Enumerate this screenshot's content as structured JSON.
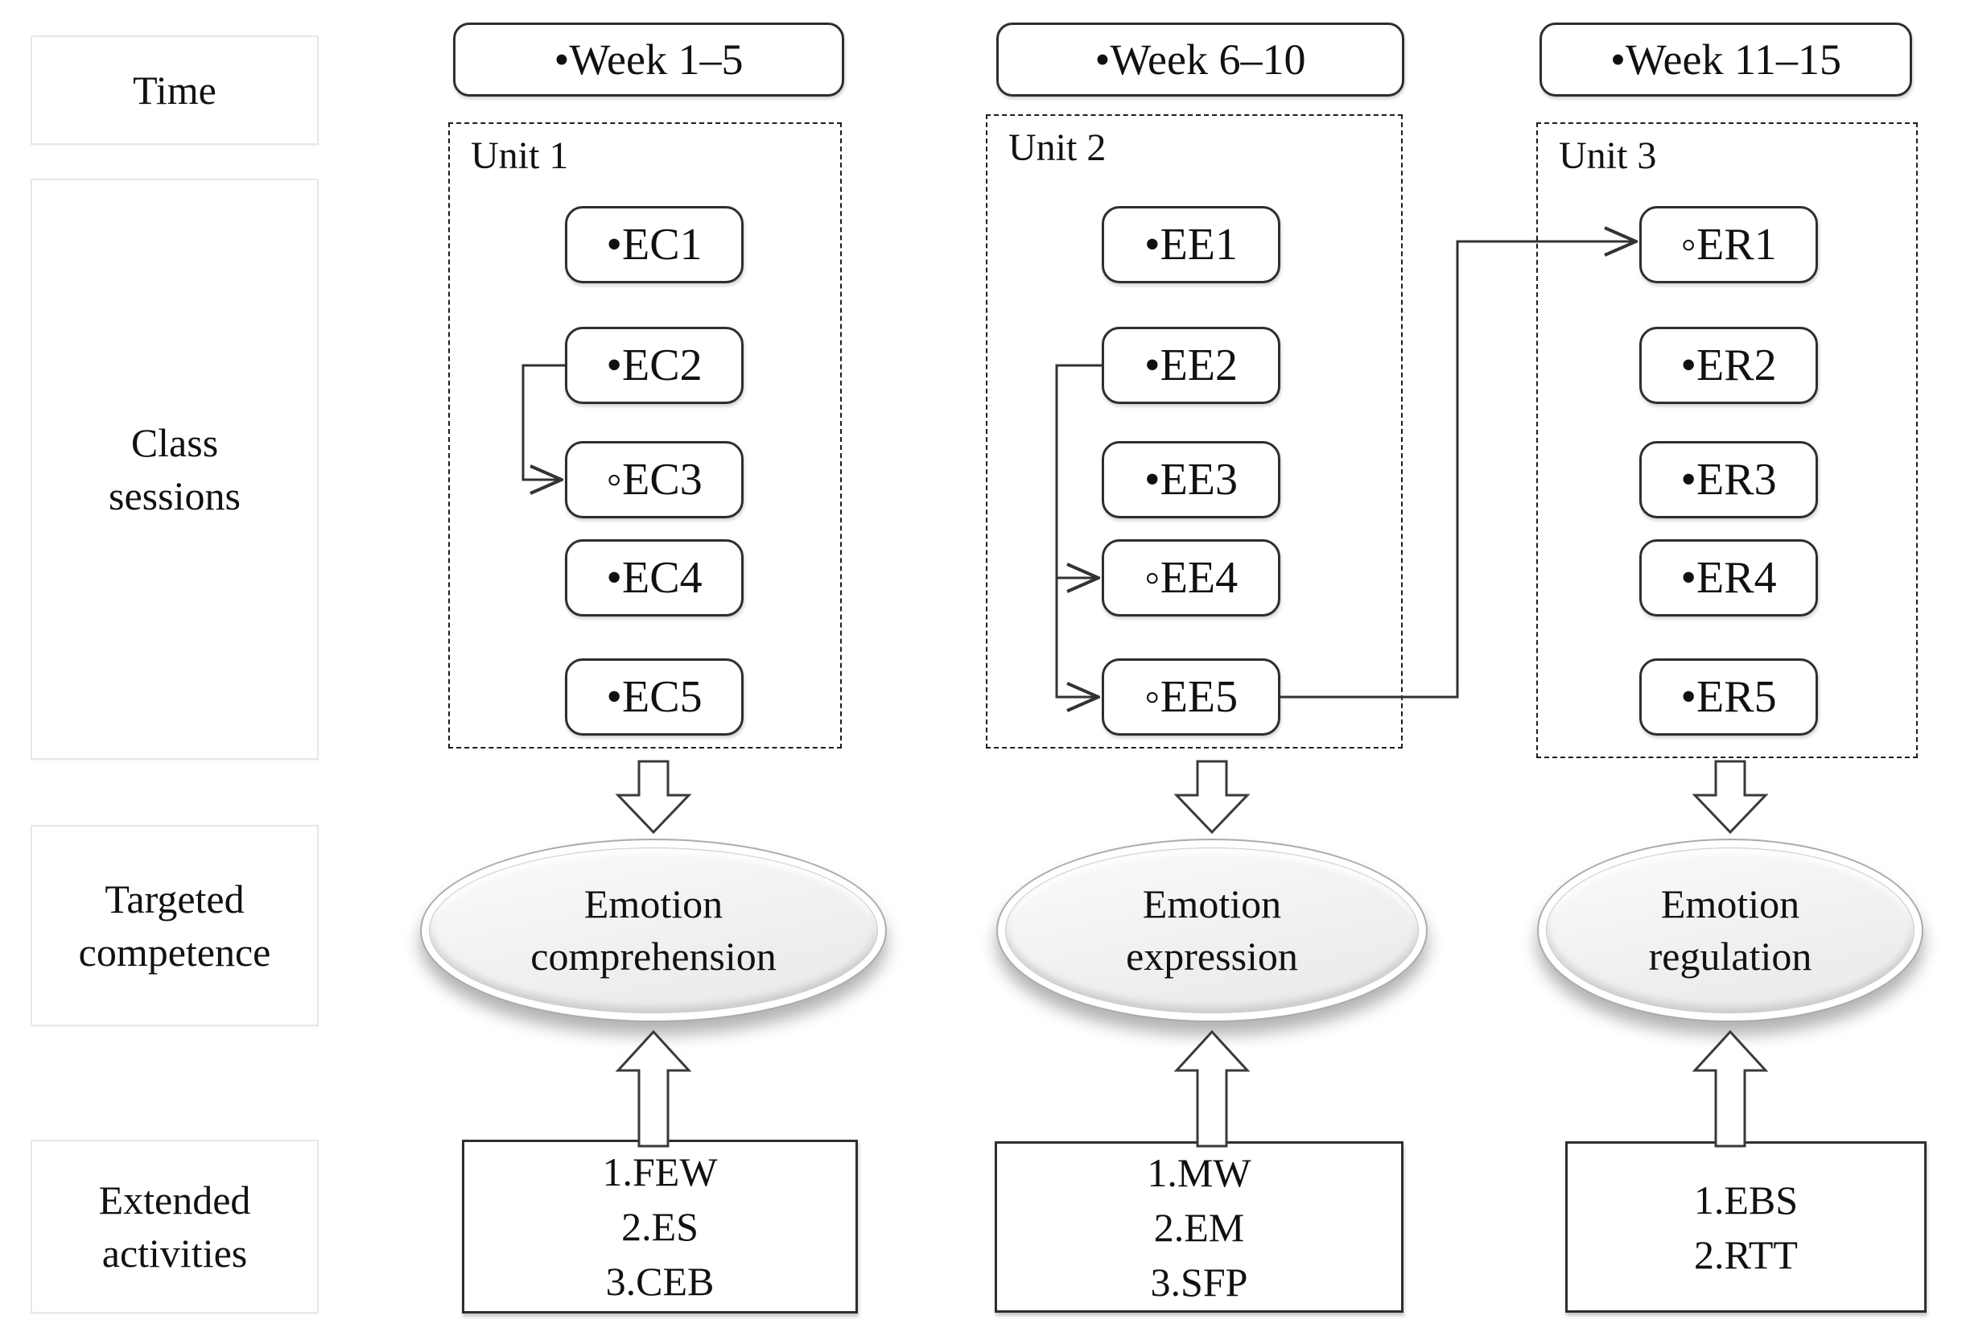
{
  "colors": {
    "text": "#111111",
    "box_border": "#2e2e2e",
    "dashed_border": "#1d1d1d",
    "connector_line": "#333333",
    "row_label_border": "#e7e7e7",
    "ellipse_fill": "#efefef",
    "background": "#ffffff"
  },
  "row_labels": {
    "time": "Time",
    "class_sessions": [
      "Class",
      "sessions"
    ],
    "targeted_competence": [
      "Targeted",
      "competence"
    ],
    "extended_activities": [
      "Extended",
      "activities"
    ]
  },
  "weeks": [
    "•Week 1–5",
    "•Week 6–10",
    "•Week 11–15"
  ],
  "units": [
    {
      "title": "Unit 1",
      "sessions": [
        "•EC1",
        "•EC2",
        "◦EC3",
        "•EC4",
        "•EC5"
      ]
    },
    {
      "title": "Unit 2",
      "sessions": [
        "•EE1",
        "•EE2",
        "•EE3",
        "◦EE4",
        "◦EE5"
      ]
    },
    {
      "title": "Unit 3",
      "sessions": [
        "◦ER1",
        "•ER2",
        "•ER3",
        "•ER4",
        "•ER5"
      ]
    }
  ],
  "competences": [
    [
      "Emotion",
      "comprehension"
    ],
    [
      "Emotion",
      "expression"
    ],
    [
      "Emotion",
      "regulation"
    ]
  ],
  "activities": [
    [
      "1.FEW",
      "2.ES",
      "3.CEB"
    ],
    [
      "1.MW",
      "2.EM",
      "3.SFP"
    ],
    [
      "1.EBS",
      "2.RTT"
    ]
  ]
}
